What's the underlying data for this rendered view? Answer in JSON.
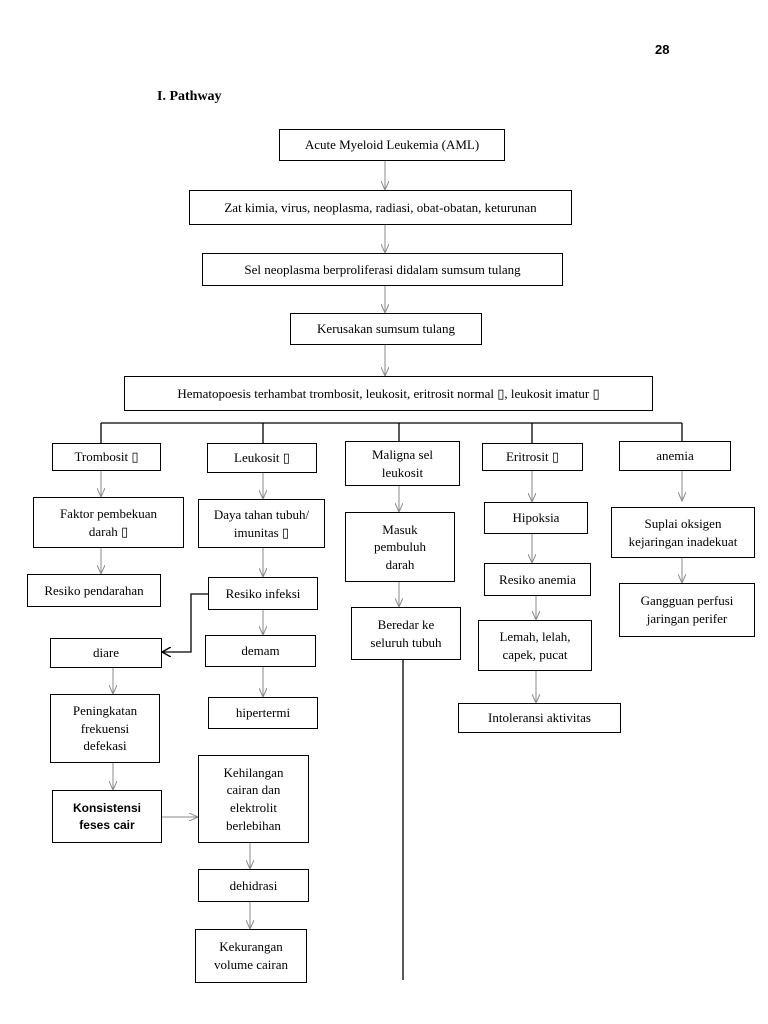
{
  "page_number": "28",
  "section_title": "I. Pathway",
  "nodes": {
    "aml": "Acute Myeloid Leukemia (AML)",
    "causes": "Zat kimia, virus, neoplasma, radiasi, obat-obatan, keturunan",
    "proliferation": "Sel neoplasma berproliferasi didalam sumsum tulang",
    "marrow_damage": "Kerusakan sumsum tulang",
    "hematopoiesis": "Hematopoesis terhambat trombosit, leukosit, eritrosit normal ▯, leukosit imatur ▯",
    "trombosit": "Trombosit ▯",
    "leukosit": "Leukosit ▯",
    "maligna": "Maligna sel\nleukosit",
    "eritrosit": "Eritrosit ▯",
    "anemia": "anemia",
    "faktor_pembekuan": "Faktor pembekuan\ndarah ▯",
    "daya_tahan": "Daya tahan tubuh/\nimunitas ▯",
    "masuk_pembuluh": "Masuk\npembuluh\ndarah",
    "hipoksia": "Hipoksia",
    "suplai_oksigen": "Suplai oksigen\nkejaringan inadekuat",
    "resiko_pendarahan": "Resiko pendarahan",
    "resiko_infeksi": "Resiko infeksi",
    "beredar": "Beredar ke\nseluruh tubuh",
    "resiko_anemia": "Resiko anemia",
    "gangguan_perfusi": "Gangguan perfusi\njaringan perifer",
    "diare": "diare",
    "demam": "demam",
    "lemah": "Lemah, lelah,\ncapek, pucat",
    "peningkatan": "Peningkatan\nfrekuensi\ndefekasi",
    "hipertermi": "hipertermi",
    "intoleransi": "Intoleransi aktivitas",
    "kehilangan": "Kehilangan\ncairan dan\nelektrolit\nberlebihan",
    "konsistensi": "Konsistensi\nfeses cair",
    "dehidrasi": "dehidrasi",
    "kekurangan": "Kekurangan\nvolume cairan"
  }
}
